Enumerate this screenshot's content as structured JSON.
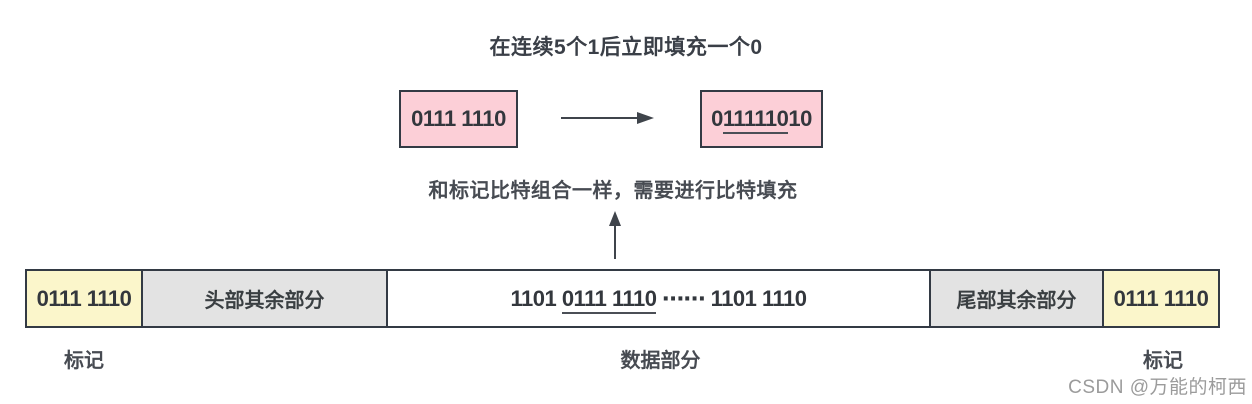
{
  "title": "在连续5个1后立即填充一个0",
  "note": "和标记比特组合一样，需要进行比特填充",
  "stuffing_example": {
    "before": "0111 1110",
    "after_prefix": "0",
    "after_stuffed": "111110",
    "after_suffix": "10"
  },
  "frame": {
    "flag_left": "0111 1110",
    "header_rest": "头部其余部分",
    "data_prefix": "1101 ",
    "data_flaglike": "0111 1110",
    "data_suffix": " ⋯⋯ 1101 1110",
    "trailer_rest": "尾部其余部分",
    "flag_right": "0111 1110"
  },
  "labels": {
    "flag_left": "标记",
    "data": "数据部分",
    "flag_right": "标记"
  },
  "watermark": "CSDN @万能的柯西",
  "colors": {
    "pink_fill": "#fccfd7",
    "yellow_fill": "#fbf6cb",
    "grey_fill": "#e3e3e3",
    "border": "#333a44",
    "digit_text": "#33373d",
    "label_text": "#474b52",
    "watermark_text": "#9b9b9b"
  }
}
